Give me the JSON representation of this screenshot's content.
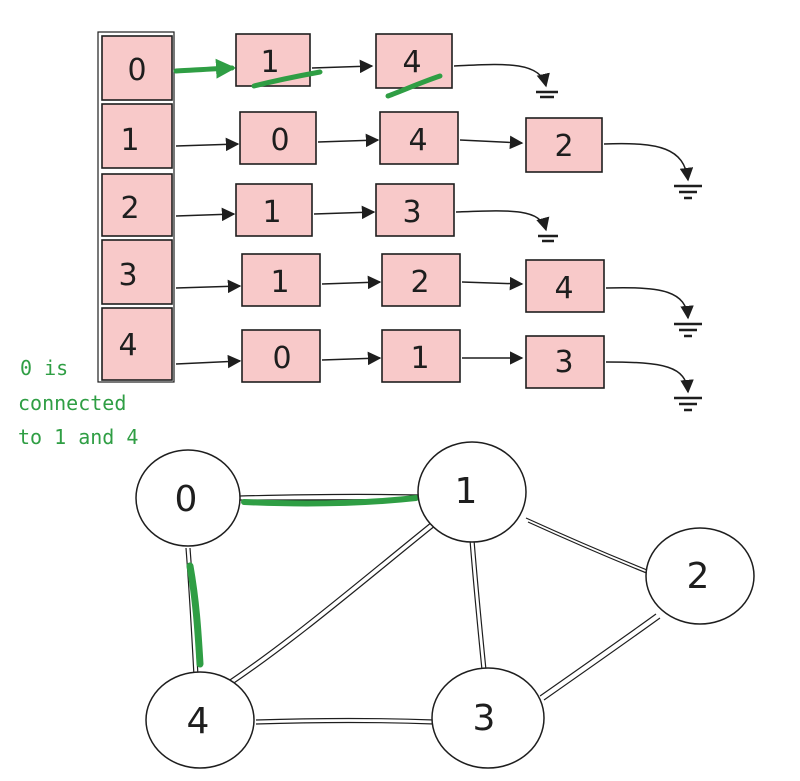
{
  "adjacency_list": {
    "heads": [
      "0",
      "1",
      "2",
      "3",
      "4"
    ],
    "rows": [
      [
        "1",
        "4"
      ],
      [
        "0",
        "4",
        "2"
      ],
      [
        "1",
        "3"
      ],
      [
        "1",
        "2",
        "4"
      ],
      [
        "0",
        "1",
        "3"
      ]
    ]
  },
  "note": [
    "0 is",
    "connected",
    "to 1 and 4"
  ],
  "graph": {
    "nodes": [
      "0",
      "1",
      "2",
      "3",
      "4"
    ],
    "edges": [
      [
        "0",
        "1"
      ],
      [
        "0",
        "4"
      ],
      [
        "1",
        "4"
      ],
      [
        "1",
        "3"
      ],
      [
        "1",
        "2"
      ],
      [
        "2",
        "3"
      ],
      [
        "3",
        "4"
      ]
    ],
    "highlighted_edges": [
      [
        "0",
        "1"
      ],
      [
        "0",
        "4"
      ]
    ]
  },
  "colors": {
    "cell_fill": "#f8c9c9",
    "stroke": "#1e1e1e",
    "highlight": "#2f9e44"
  }
}
